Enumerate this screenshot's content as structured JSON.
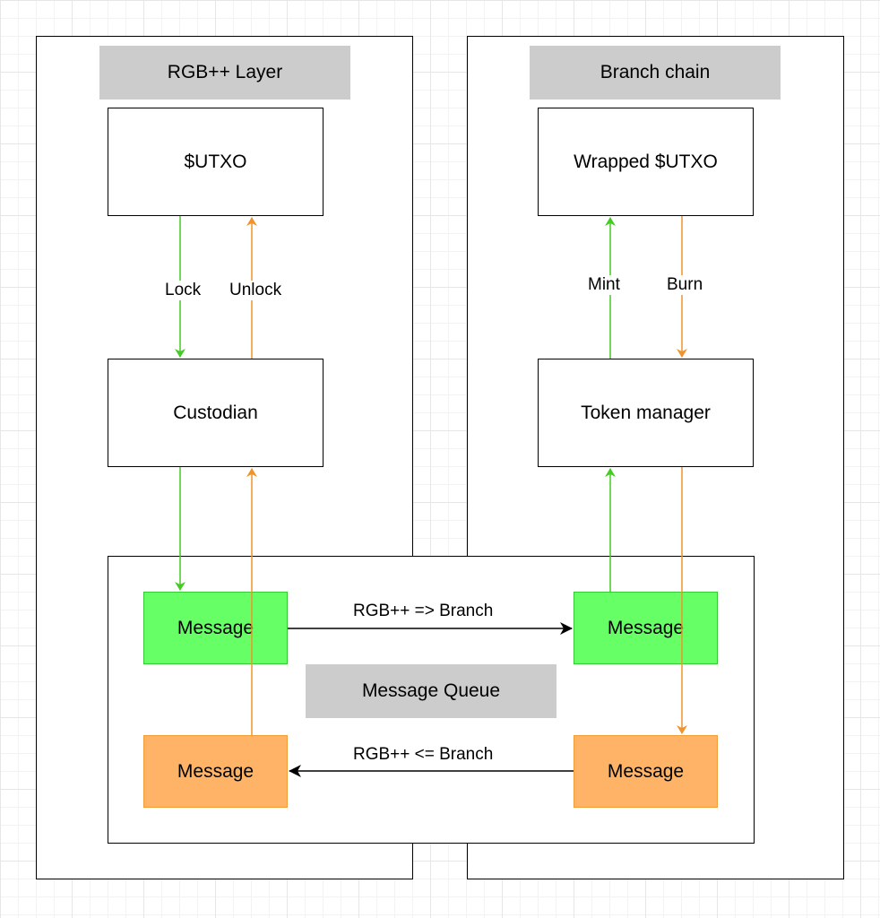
{
  "diagram": {
    "rgbpp_layer": {
      "title": "RGB++ Layer",
      "utxo": "$UTXO",
      "custodian": "Custodian",
      "lock_label": "Lock",
      "unlock_label": "Unlock"
    },
    "branch_chain": {
      "title": "Branch chain",
      "wrapped_utxo": "Wrapped $UTXO",
      "token_manager": "Token manager",
      "mint_label": "Mint",
      "burn_label": "Burn"
    },
    "message_queue": {
      "title": "Message Queue",
      "msg_left_green": "Message",
      "msg_left_orange": "Message",
      "msg_right_green": "Message",
      "msg_right_orange": "Message",
      "to_branch_label": "RGB++ => Branch",
      "to_rgbpp_label": "RGB++ <= Branch"
    },
    "colors": {
      "green_edge": "#44cc22",
      "orange_edge": "#f0932b",
      "black_edge": "#000000"
    }
  }
}
